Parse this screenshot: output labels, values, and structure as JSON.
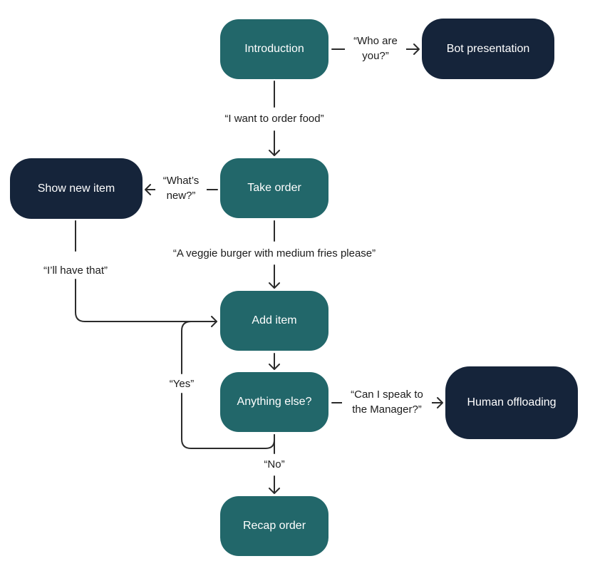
{
  "colors": {
    "primary_node": "#22676a",
    "terminal_node": "#15243a",
    "edge": "#2b2b2b",
    "node_text": "#ffffff",
    "label_text": "#1b1b1b"
  },
  "nodes": {
    "introduction": "Introduction",
    "bot_presentation": "Bot presentation",
    "take_order": "Take order",
    "show_new_item": "Show new item",
    "add_item": "Add item",
    "anything_else": "Anything else?",
    "human_offloading": "Human offloading",
    "recap_order": "Recap order"
  },
  "edges": {
    "who_are_you": "“Who are\nyou?”",
    "order_food": "“I want to order food”",
    "whats_new": "“What’s\nnew?”",
    "veggie_burger": "“A veggie burger with medium fries please”",
    "ill_have_that": "“I’ll have that”",
    "yes": "“Yes”",
    "speak_manager": "“Can I speak to\nthe Manager?”",
    "no": "“No”"
  }
}
